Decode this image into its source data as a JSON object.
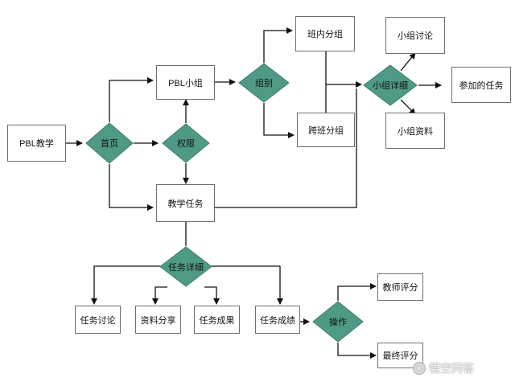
{
  "nodes": {
    "pbl_teaching": "PBL教学",
    "homepage": "首页",
    "pbl_group": "PBL小组",
    "permission": "权限",
    "teaching_task": "教学任务",
    "grouping": "组别",
    "in_class_group": "班内分组",
    "cross_class_group": "跨班分组",
    "group_detail": "小组详细",
    "group_discussion": "小组讨论",
    "joined_tasks": "参加的任务",
    "group_materials": "小组资料",
    "task_detail": "任务详细",
    "task_discussion": "任务讨论",
    "material_sharing": "资料分享",
    "task_result": "任务成果",
    "task_score": "任务成绩",
    "operation": "操作",
    "teacher_score": "教师评分",
    "final_score": "最终评分"
  },
  "watermark": {
    "text": "悟空问答",
    "icon": "wukong-logo-icon"
  },
  "colors": {
    "diamond_fill": "#4f9a86",
    "diamond_stroke": "#3d7c6b",
    "box_border": "#6e6e6e",
    "edge": "#111111"
  }
}
